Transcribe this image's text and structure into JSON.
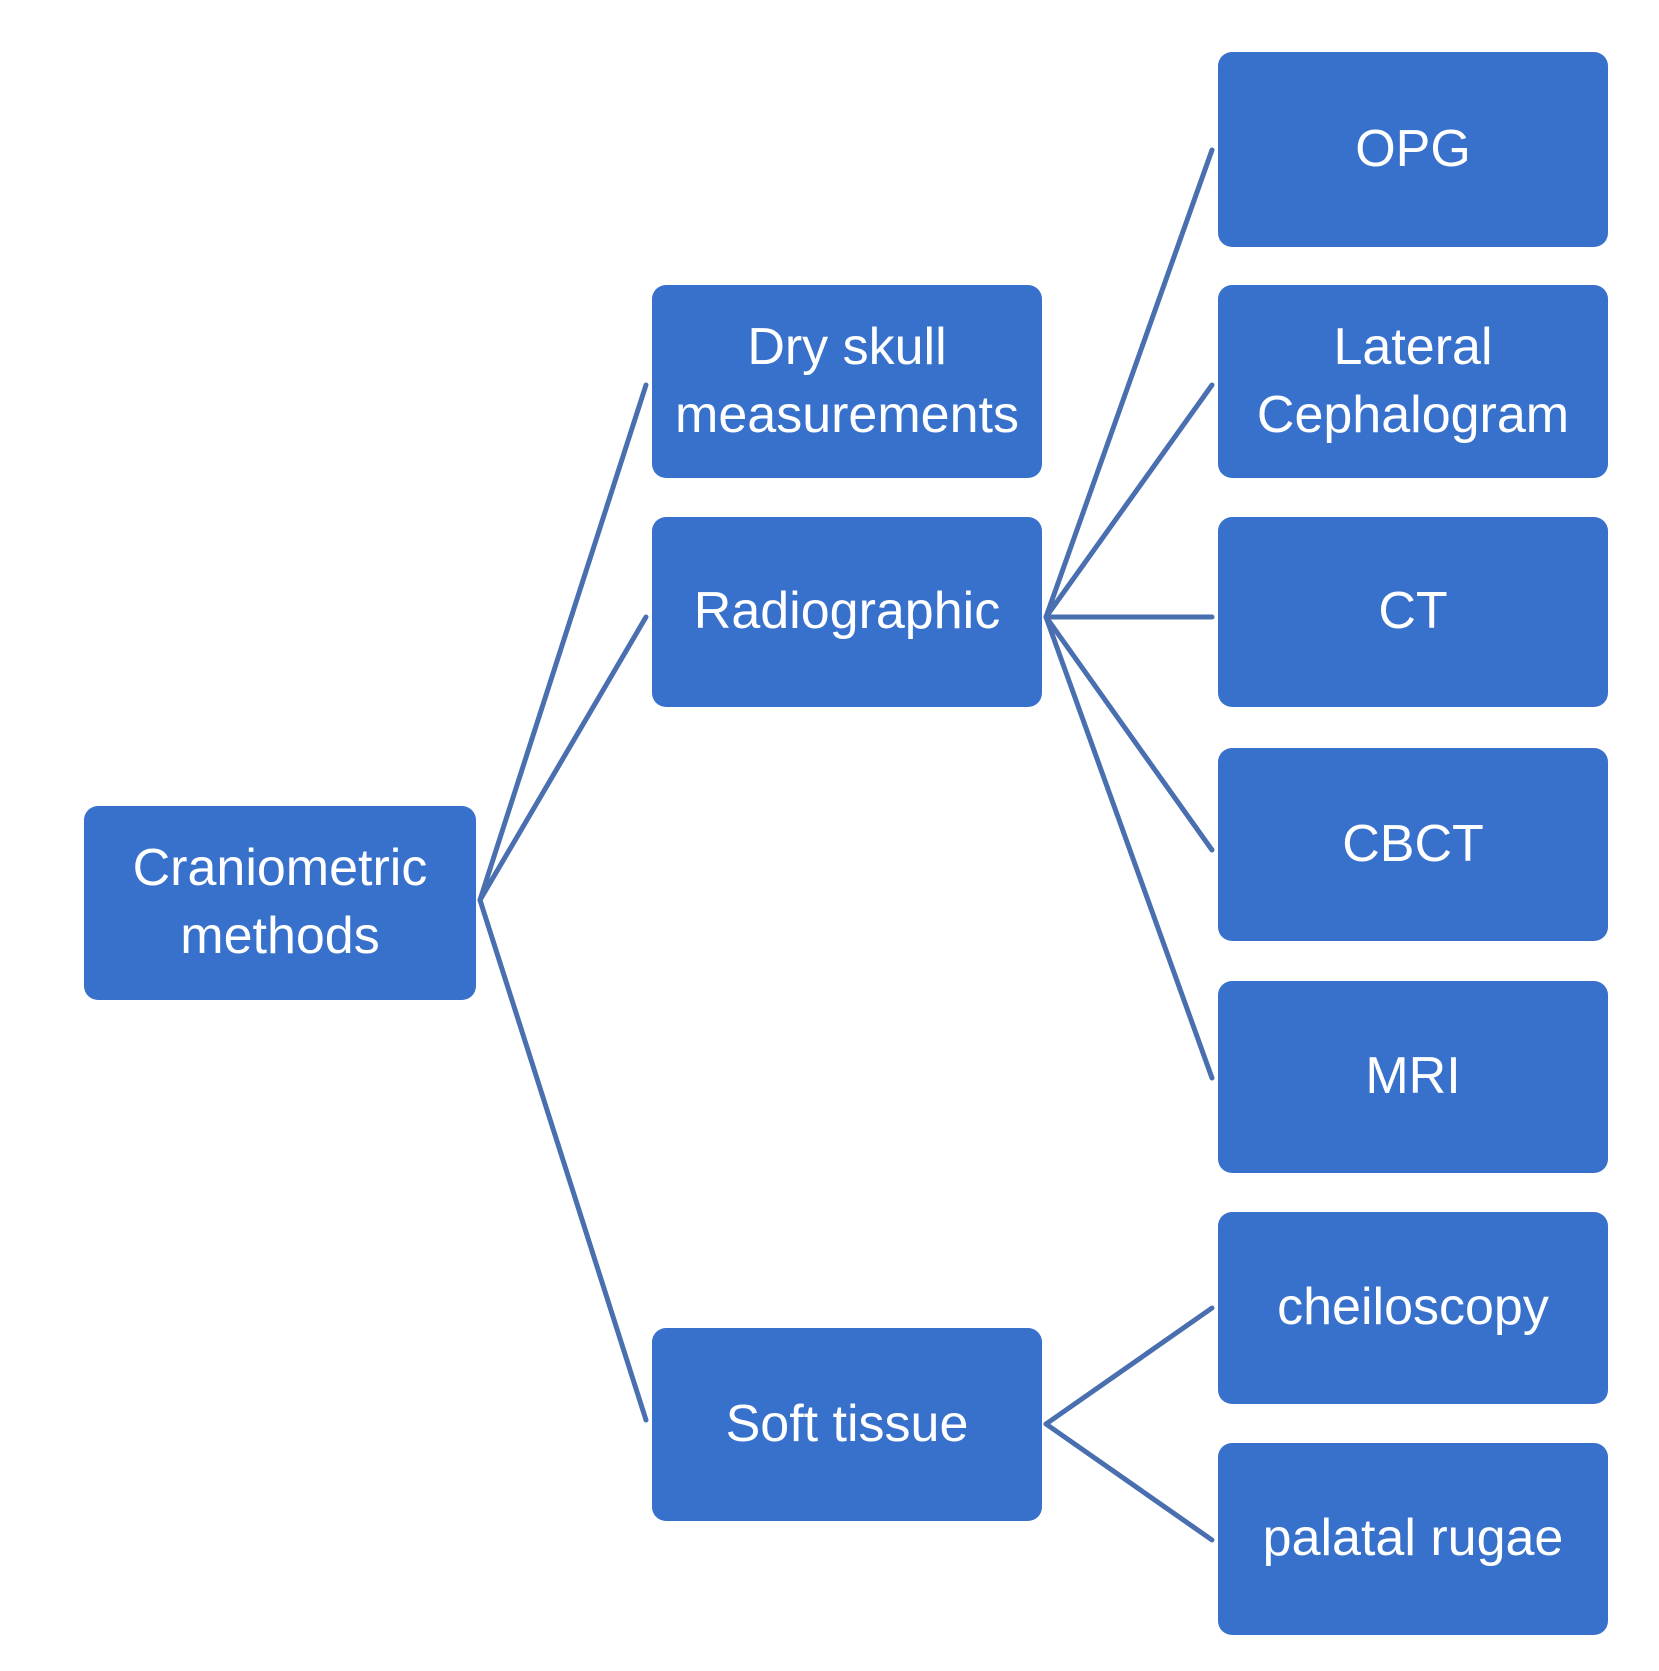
{
  "diagram": {
    "root": {
      "label": "Craniometric\nmethods"
    },
    "level1": [
      {
        "id": "dry",
        "label": "Dry skull\nmeasurements"
      },
      {
        "id": "rad",
        "label": "Radiographic"
      },
      {
        "id": "soft",
        "label": "Soft tissue"
      }
    ],
    "level2": [
      {
        "id": "opg",
        "parent": "rad",
        "label": "OPG"
      },
      {
        "id": "lat",
        "parent": "rad",
        "label": "Lateral\nCephalogram"
      },
      {
        "id": "ct",
        "parent": "rad",
        "label": "CT"
      },
      {
        "id": "cbct",
        "parent": "rad",
        "label": "CBCT"
      },
      {
        "id": "mri",
        "parent": "rad",
        "label": "MRI"
      },
      {
        "id": "chei",
        "parent": "soft",
        "label": "cheiloscopy"
      },
      {
        "id": "pal",
        "parent": "soft",
        "label": "palatal rugae"
      }
    ],
    "colors": {
      "node_fill": "#3871cb",
      "node_text": "#ffffff",
      "connector": "#4a6fb0"
    }
  }
}
